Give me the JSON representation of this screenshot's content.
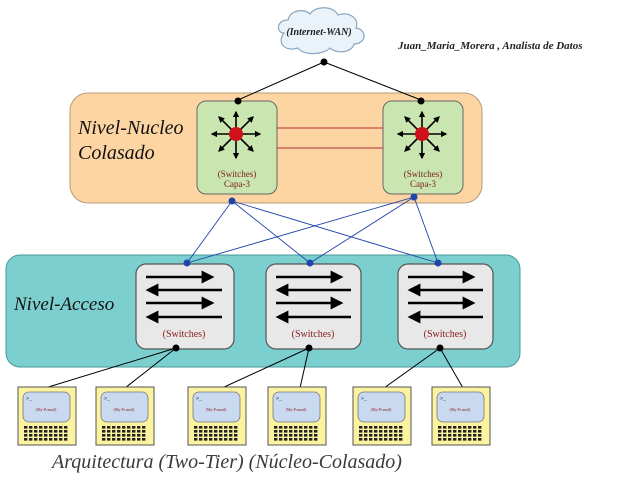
{
  "author": "Juan_Maria_Morera , Analista de Datos",
  "cloud_label": "(Internet-WAN)",
  "core": {
    "label_line1": "Nivel-Nucleo",
    "label_line2": "Colasado",
    "switch_label": "(Switches)",
    "switch_sublabel": "Capa-3"
  },
  "access": {
    "label": "Nivel-Acceso",
    "switch_label": "(Switches)"
  },
  "endpoint_label": "(My-Pcmail)",
  "caption": "Arquitectura (Two-Tier) (Núcleo-Colasado)",
  "colors": {
    "core_band": "#fcd5a3",
    "access_band": "#7ccfcf",
    "core_switch": "#c9e6b0",
    "access_switch": "#e8e8e8",
    "endpoint": "#fbf3a0",
    "link_blue": "#2244aa",
    "link_red": "#b03030",
    "node_red": "#d0101a"
  }
}
